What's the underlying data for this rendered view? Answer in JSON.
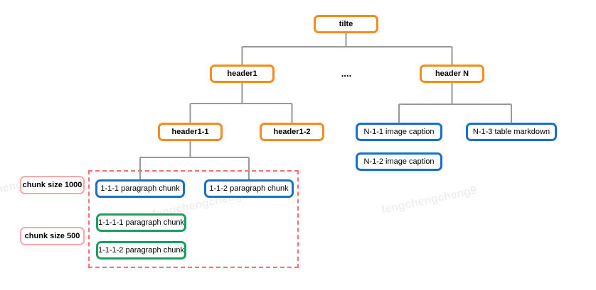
{
  "nodes": {
    "title": "tilte",
    "dots": "....",
    "header1": "header1",
    "header_n": "header N",
    "header1_1": "header1-1",
    "header1_2": "header1-2",
    "n_1_1": "N-1-1 image caption",
    "n_1_2": "N-1-2 image caption",
    "n_1_3": "N-1-3 table markdown",
    "chunk_size_1000": "chunk size 1000",
    "chunk_size_500": "chunk size 500",
    "c_1_1_1": "1-1-1 paragraph chunk",
    "c_1_1_2": "1-1-2 paragraph chunk",
    "c_1_1_1_1": "1-1-1-1 paragraph chunk",
    "c_1_1_1_2": "1-1-1-2 paragraph chunk"
  },
  "watermark": {
    "text": "fengchengcheng9"
  },
  "colors": {
    "header_border": "#f28c1e",
    "chunk_border": "#1d6ec8",
    "subchunk_border": "#17a15e",
    "dashed_region_border": "#f87070",
    "chunk_size_label_border": "#f9a7a7",
    "connector": "#999999"
  }
}
